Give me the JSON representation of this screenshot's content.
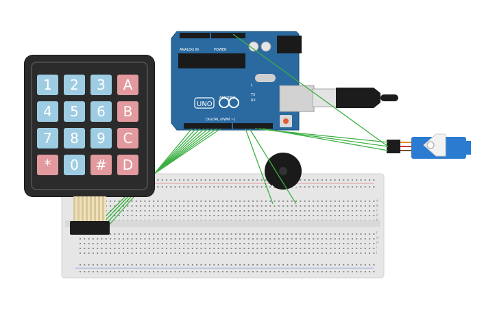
{
  "keypad": {
    "keys": [
      {
        "label": "1",
        "kind": "num"
      },
      {
        "label": "2",
        "kind": "num"
      },
      {
        "label": "3",
        "kind": "num"
      },
      {
        "label": "A",
        "kind": "fn"
      },
      {
        "label": "4",
        "kind": "num"
      },
      {
        "label": "5",
        "kind": "num"
      },
      {
        "label": "6",
        "kind": "num"
      },
      {
        "label": "B",
        "kind": "fn"
      },
      {
        "label": "7",
        "kind": "num"
      },
      {
        "label": "8",
        "kind": "num"
      },
      {
        "label": "9",
        "kind": "num"
      },
      {
        "label": "C",
        "kind": "fn"
      },
      {
        "label": "*",
        "kind": "fn"
      },
      {
        "label": "0",
        "kind": "num"
      },
      {
        "label": "#",
        "kind": "fn"
      },
      {
        "label": "D",
        "kind": "fn"
      }
    ]
  },
  "arduino": {
    "logo_text": "UNO",
    "brand_text": "ARDUINO",
    "analog_label": "ANALOG IN",
    "power_label": "POWER",
    "digital_label": "DIGITAL (PWM ~)",
    "tx_label": "TX",
    "rx_label": "RX",
    "l_label": "L"
  },
  "buzzer": {
    "plus": "+",
    "minus": "−"
  },
  "breadboard": {
    "row_letters_top": [
      "A",
      "B",
      "C",
      "D",
      "E"
    ],
    "row_letters_bottom": [
      "F",
      "G",
      "H",
      "I",
      "J"
    ]
  },
  "colors": {
    "wire": "#3cb043",
    "board_blue": "#2a6aa0",
    "breadboard": "#e8e8e8",
    "servo_blue": "#2b7bd0"
  }
}
